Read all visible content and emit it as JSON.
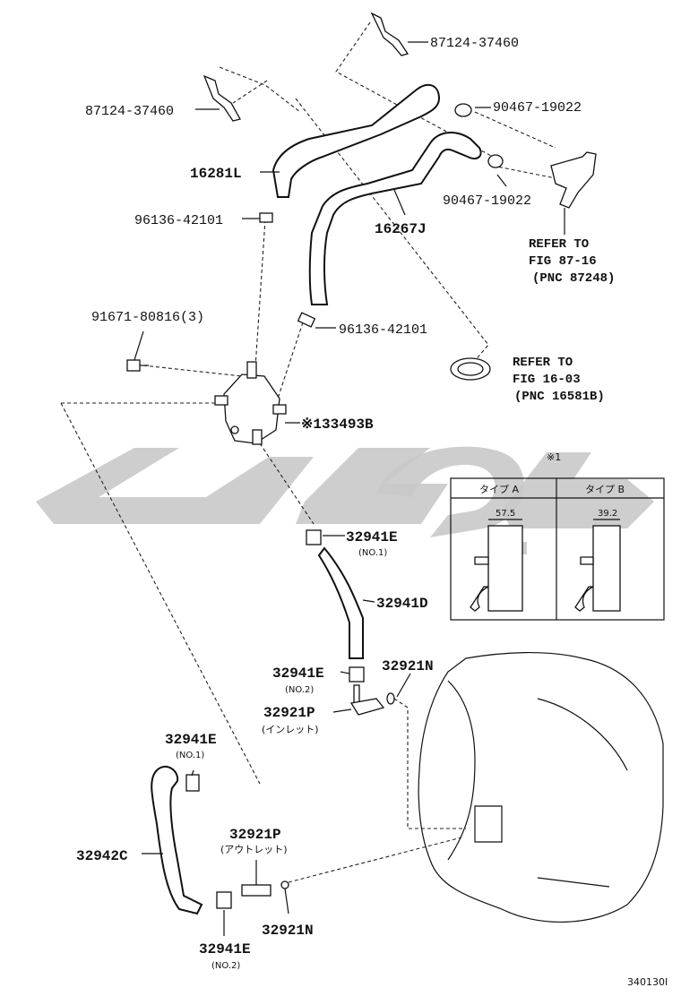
{
  "diagram": {
    "labels": {
      "p87124_top": "87124-37460",
      "p87124_left": "87124-37460",
      "p90467_top": "90467-19022",
      "p90467_mid": "90467-19022",
      "p16281": "16281L",
      "p16267": "16267J",
      "p96136_top": "96136-42101",
      "p96136_mid": "96136-42101",
      "p91671": "91671-80816(3)",
      "p33493": "※133493B",
      "p32941e_1": "32941E",
      "p32941e_1_note": "(NO.1)",
      "p32941d": "32941D",
      "p32941e_2": "32941E",
      "p32941e_2_note": "(NO.2)",
      "p32921n_top": "32921N",
      "p32921p_top": "32921P",
      "p32921p_top_note": "(インレット)",
      "p32941e_3": "32941E",
      "p32941e_3_note": "(NO.1)",
      "p32942c": "32942C",
      "p32921p_bot": "32921P",
      "p32921p_bot_note": "(アウトレット)",
      "p32921n_bot": "32921N",
      "p32941e_4": "32941E",
      "p32941e_4_note": "(NO.2)"
    },
    "refs": {
      "ref1_line1": "REFER TO",
      "ref1_line2": "FIG 87-16",
      "ref1_line3": "(PNC 87248)",
      "ref2_line1": "REFER TO",
      "ref2_line2": "FIG 16-03",
      "ref2_line3": "(PNC 16581B)"
    },
    "inset": {
      "marker": "※1",
      "col_a": "タイプ A",
      "col_b": "タイプ B",
      "dim_a": "57.5",
      "dim_b": "39.2"
    },
    "figure_id": "340130I"
  }
}
